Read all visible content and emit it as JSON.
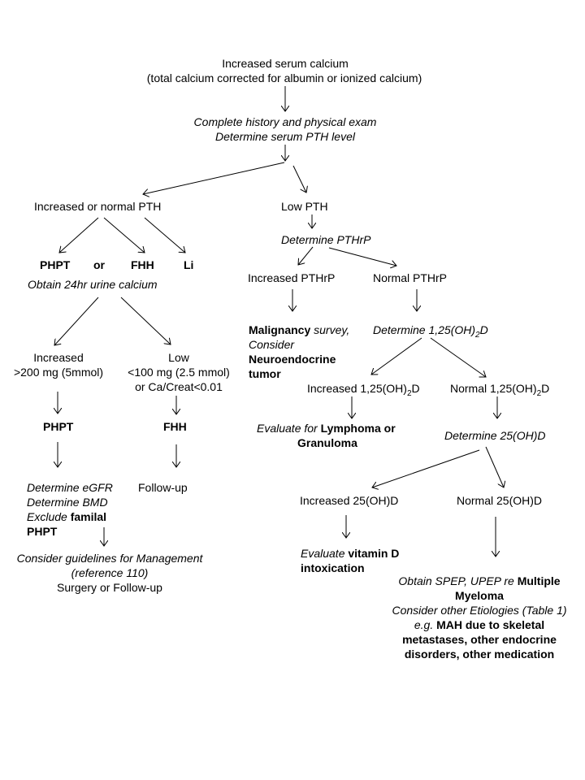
{
  "nodes": {
    "root_line1": "Increased serum calcium",
    "root_line2": "(total calcium corrected for albumin or ionized calcium)",
    "history_line1": "Complete history and physical exam",
    "history_line2": "Determine serum PTH level",
    "high_pth": "Increased or normal PTH",
    "phpt": "PHPT",
    "or": "or",
    "fhh": "FHH",
    "li": "Li",
    "urine": "Obtain 24hr urine calcium",
    "inc_urine_line1": "Increased",
    "inc_urine_line2": ">200 mg (5mmol)",
    "low_urine_line1": "Low",
    "low_urine_line2": "<100 mg (2.5 mmol)",
    "low_urine_line3": "or Ca/Creat<0.01",
    "phpt_result": "PHPT",
    "fhh_result": "FHH",
    "egfr": "Determine eGFR",
    "bmd": "Determine BMD",
    "exclude": "Exclude",
    "familal": "familal",
    "phpt_familial": "PHPT",
    "followup_fhh": "Follow-up",
    "guidelines_line1": "Consider guidelines for Management",
    "guidelines_line2": "(reference 110)",
    "guidelines_line3": "Surgery or Follow-up",
    "low_pth": "Low PTH",
    "pthrp": "Determine PTHrP",
    "inc_pthrp": "Increased PTHrP",
    "norm_pthrp": "Normal PTHrP",
    "malignancy": "Malignancy",
    "survey": "survey,",
    "consider": "Consider",
    "neuro_line1": "Neuroendocrine",
    "neuro_line2": "tumor",
    "det_125d": "Determine 1,25(OH)",
    "det_125d_sub": "2",
    "det_125d_end": "D",
    "inc_125d": "Increased 1,25(OH)",
    "inc_125d_sub": "2",
    "inc_125d_end": "D",
    "norm_125d": "Normal 1,25(OH)",
    "norm_125d_sub": "2",
    "norm_125d_end": "D",
    "evaluate_for": "Evaluate for",
    "lymphoma_or": "Lymphoma or",
    "granuloma": "Granuloma",
    "det_25d": "Determine 25(OH)D",
    "inc_25d": "Increased 25(OH)D",
    "norm_25d": "Normal 25(OH)D",
    "evaluate": "Evaluate",
    "vitd": "vitamin D",
    "intox": "intoxication",
    "spep_line1_a": "Obtain SPEP, UPEP re",
    "spep_line1_b": "Multiple",
    "spep_line2": "Myeloma",
    "other_etiologies": "Consider other Etiologies (Table 1)",
    "eg": "e.g.",
    "mah_line1": "MAH due to skeletal",
    "mah_line2": "metastases, other endocrine",
    "mah_line3": "disorders, other medication"
  }
}
